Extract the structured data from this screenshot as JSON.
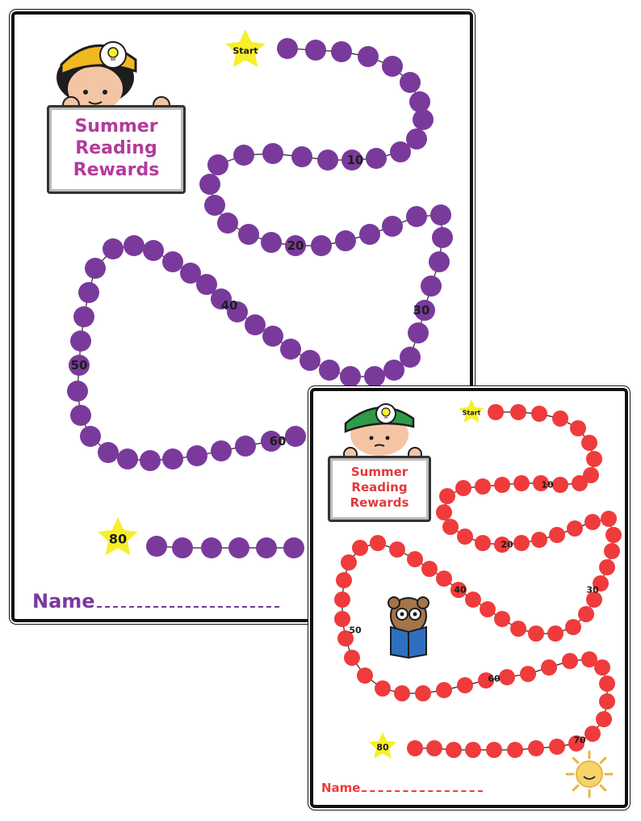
{
  "colors": {
    "purple": "#7a3a9c",
    "purple_title": "#b23c9b",
    "red": "#ef3b3b",
    "red_title": "#e23a3a",
    "star": "#f7ef2b",
    "cap_yellow": "#f2b820",
    "cap_green": "#2d9b4a",
    "hair": "#1d1d1d",
    "skin": "#f4c5a5"
  },
  "purple_sheet": {
    "title_lines": [
      "Summer",
      "Reading",
      "Rewards"
    ],
    "start_label": "Start",
    "milestones": [
      "10",
      "20",
      "30",
      "40",
      "50",
      "60"
    ],
    "finish_label": "80",
    "name_label": "Name"
  },
  "red_sheet": {
    "title_lines": [
      "Summer",
      "Reading",
      "Rewards"
    ],
    "start_label": "Start",
    "milestones": [
      "10",
      "20",
      "30",
      "40",
      "50",
      "60",
      "70"
    ],
    "finish_label": "80",
    "name_label": "Name"
  },
  "icons": {
    "star": "star-icon",
    "lightbulb": "lightbulb-icon",
    "bear": "reading-bear-icon",
    "sun": "sun-icon"
  }
}
